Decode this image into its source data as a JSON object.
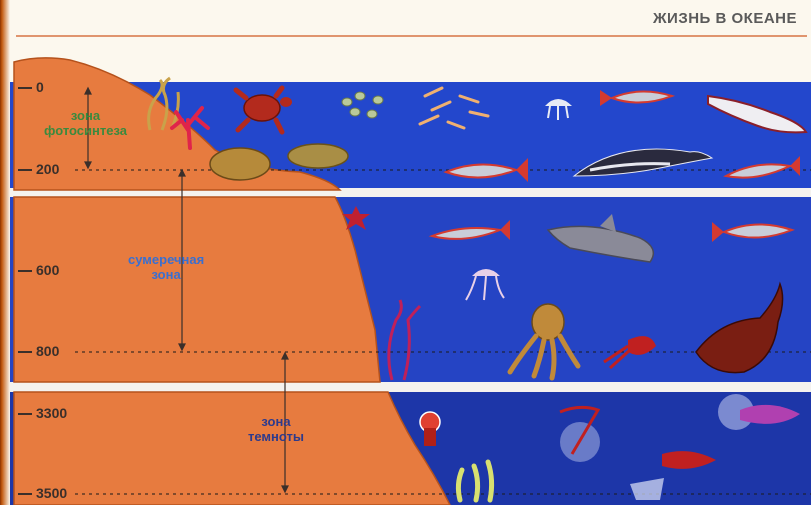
{
  "title": "ЖИЗНЬ В ОКЕАНЕ",
  "depths": [
    "0",
    "200",
    "600",
    "800",
    "3300",
    "3500"
  ],
  "zones": [
    {
      "line1": "зона",
      "line2": "фотосинтеза",
      "color": "#3b8a3e"
    },
    {
      "line1": "сумеречная",
      "line2": "зона",
      "color": "#3a6fd0"
    },
    {
      "line1": "зона",
      "line2": "темноты",
      "color": "#2d3a8c"
    }
  ],
  "colors": {
    "ocean": "#1f43c8",
    "ocean_deep": "#1a2f98",
    "land": "#e67a3e",
    "frame": "#c35b10"
  },
  "creatures": [
    "seaweed-icon",
    "coral-icon",
    "turtle-icon",
    "plankton-icon",
    "shrimp-icon",
    "jellyfish-icon",
    "fish-icon",
    "seal-icon",
    "flatfish-icon",
    "dolphin-icon",
    "starfish-icon",
    "shark-icon",
    "octopus-icon",
    "squid-icon",
    "sperm-whale-icon",
    "anglerfish-icon",
    "sea-anemone-icon",
    "tube-worm-icon"
  ]
}
